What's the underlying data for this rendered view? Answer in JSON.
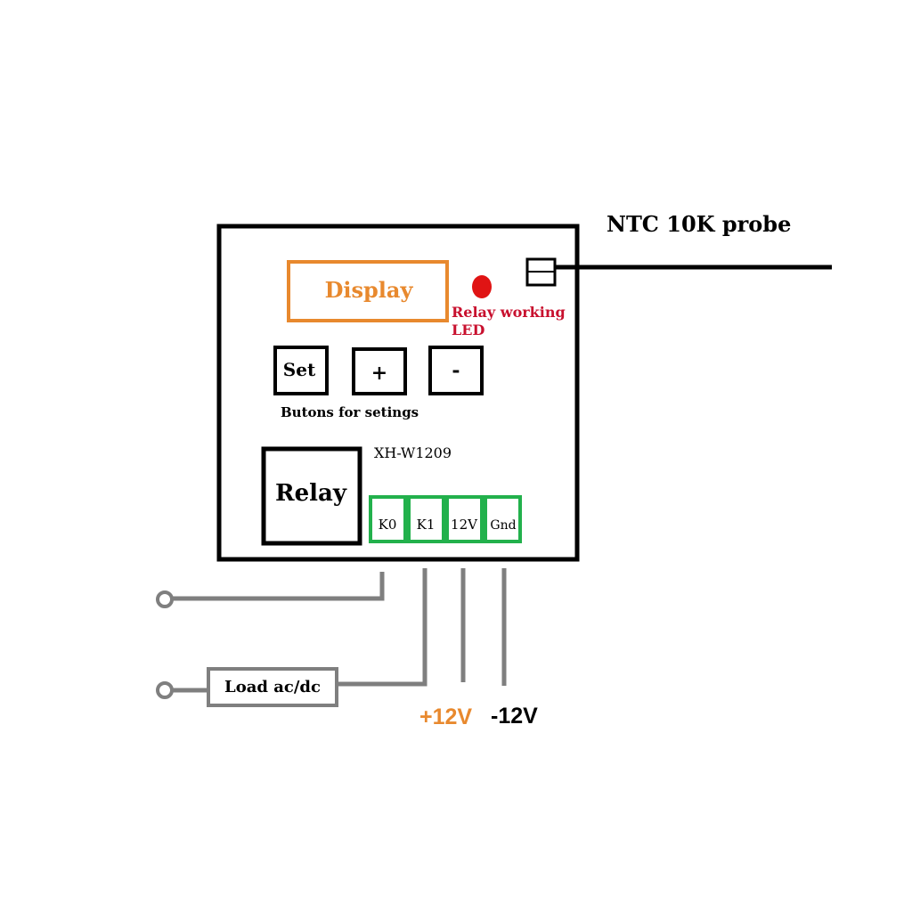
{
  "probe": {
    "label": "NTC 10K probe"
  },
  "display": {
    "label": "Display"
  },
  "led": {
    "label_line1": "Relay working",
    "label_line2": "LED"
  },
  "buttons": {
    "set_label": "Set",
    "plus_label": "+",
    "minus_label": "-",
    "caption": "Butons for setings"
  },
  "model": {
    "label": "XH-W1209"
  },
  "relay": {
    "label": "Relay"
  },
  "terminals": [
    {
      "label": "K0"
    },
    {
      "label": "K1"
    },
    {
      "label": "12V"
    },
    {
      "label": "Gnd"
    }
  ],
  "load": {
    "label": "Load ac/dc"
  },
  "power": {
    "positive_label": "+12V",
    "negative_label": "-12V"
  },
  "colors": {
    "board_outline": "#000000",
    "display_orange": "#e8892e",
    "led_red": "#e01414",
    "led_text": "#c8102e",
    "terminal_green": "#22b14c",
    "wire_gray": "#7f7f7f",
    "power_orange": "#e8892e"
  }
}
